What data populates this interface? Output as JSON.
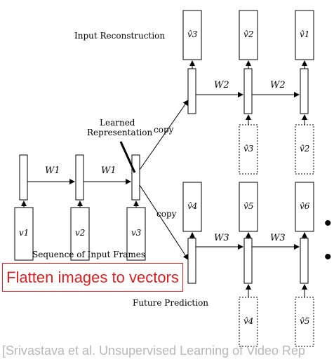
{
  "labels": {
    "input_reconstruction": "Input Reconstruction",
    "learned_representation_line1": "Learned",
    "learned_representation_line2": "Representation",
    "copy_top": "copy",
    "copy_bottom": "copy",
    "sequence_of_input_frames": "Sequence of Input Frames",
    "future_prediction": "Future Prediction"
  },
  "callout": {
    "text": "Flatten images to vectors",
    "color": "#e02020"
  },
  "citation": "[Srivastava et al. Unsupervised Learning of Video Rep",
  "encoder": {
    "inputs": [
      "v1",
      "v2",
      "v3"
    ],
    "weights": [
      "W1",
      "W1"
    ]
  },
  "reconstruction_decoder": {
    "outputs": [
      "v̂3",
      "v̂2",
      "v̂1"
    ],
    "conditioning_inputs": [
      "v̂3",
      "v̂2"
    ],
    "weights": [
      "W2",
      "W2"
    ]
  },
  "prediction_decoder": {
    "outputs": [
      "v̂4",
      "v̂5",
      "v̂6"
    ],
    "conditioning_inputs": [
      "v̂4",
      "v̂5"
    ],
    "weights": [
      "W3",
      "W3"
    ]
  },
  "bullet_glyph": "•"
}
